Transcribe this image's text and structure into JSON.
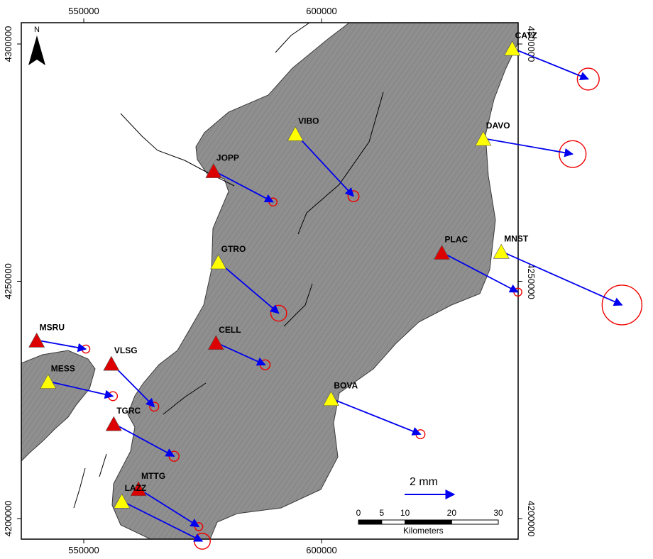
{
  "north_label": "N",
  "x_ticks": [
    {
      "value": 550000,
      "label": "550000"
    },
    {
      "value": 600000,
      "label": "600000"
    }
  ],
  "y_ticks": [
    {
      "value": 4300000,
      "label": "4300000"
    },
    {
      "value": 4250000,
      "label": "4250000"
    },
    {
      "value": 4200000,
      "label": "4200000"
    }
  ],
  "colors": {
    "land": "#8f8f8f",
    "sea": "#ffffff",
    "vector": "#0000ee",
    "ellipse": "#ee0000",
    "triangle_red": "#dd0000",
    "triangle_yellow": "#ffff00"
  },
  "stations": [
    {
      "name": "CATZ",
      "type": "yellow",
      "x": 640100,
      "y": 4299100,
      "de": 17.0,
      "dn": -6.9,
      "err": 2.2
    },
    {
      "name": "DAVO",
      "type": "yellow",
      "x": 634000,
      "y": 4280100,
      "de": 20.0,
      "dn": -3.5,
      "err": 2.7
    },
    {
      "name": "VIBO",
      "type": "yellow",
      "x": 594500,
      "y": 4281100,
      "de": 13.0,
      "dn": -14.0,
      "err": 1.1
    },
    {
      "name": "JOPP",
      "type": "red",
      "x": 577300,
      "y": 4273300,
      "de": 13.3,
      "dn": -7.0,
      "err": 0.8
    },
    {
      "name": "GTRO",
      "type": "yellow",
      "x": 578300,
      "y": 4254100,
      "de": 13.5,
      "dn": -11.5,
      "err": 1.6
    },
    {
      "name": "PLAC",
      "type": "red",
      "x": 625300,
      "y": 4256100,
      "de": 17.0,
      "dn": -8.9,
      "err": 0.8
    },
    {
      "name": "MNST",
      "type": "yellow",
      "x": 637800,
      "y": 4256300,
      "de": 27.0,
      "dn": -12.0,
      "err": 4.0
    },
    {
      "name": "CELL",
      "type": "red",
      "x": 577800,
      "y": 4237100,
      "de": 11.0,
      "dn": -5.0,
      "err": 1.0
    },
    {
      "name": "BOVA",
      "type": "yellow",
      "x": 602000,
      "y": 4225300,
      "de": 20.0,
      "dn": -8.0,
      "err": 0.9
    },
    {
      "name": "MSRU",
      "type": "red",
      "x": 540100,
      "y": 4237600,
      "de": 11.0,
      "dn": -2.0,
      "err": 0.8
    },
    {
      "name": "VLSG",
      "type": "red",
      "x": 555800,
      "y": 4232700,
      "de": 9.6,
      "dn": -9.7,
      "err": 0.9
    },
    {
      "name": "MESS",
      "type": "yellow",
      "x": 542500,
      "y": 4228900,
      "de": 14.5,
      "dn": -3.3,
      "err": 0.9
    },
    {
      "name": "TGRC",
      "type": "red",
      "x": 556300,
      "y": 4220000,
      "de": 13.5,
      "dn": -7.3,
      "err": 1.0
    },
    {
      "name": "MTTG",
      "type": "red",
      "x": 561500,
      "y": 4206300,
      "de": 13.5,
      "dn": -8.5,
      "err": 0.8
    },
    {
      "name": "LAZZ",
      "type": "yellow",
      "x": 558000,
      "y": 4203700,
      "de": 18.0,
      "dn": -9.0,
      "err": 1.6
    }
  ],
  "vector_legend": {
    "label": "2 mm",
    "value_mm": 2
  },
  "scale_bar": {
    "ticks": [
      "0",
      "5",
      "10",
      "20",
      "30"
    ],
    "tick_values_km": [
      0,
      5,
      10,
      20,
      30
    ],
    "unit": "Kilometers"
  }
}
